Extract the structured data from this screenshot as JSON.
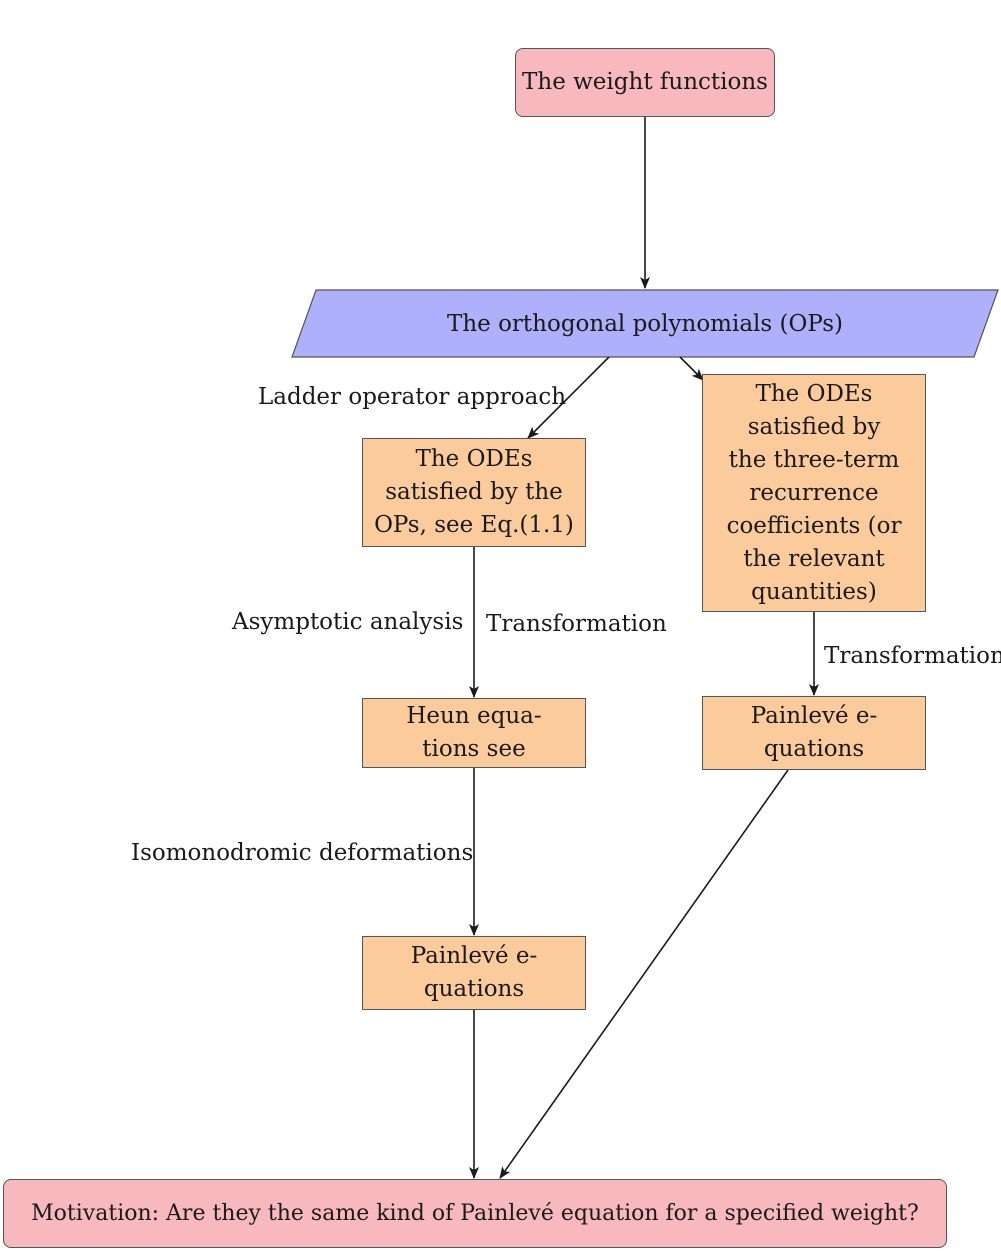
{
  "nodes": {
    "weight": {
      "text": "The weight functions",
      "color": "#f8b9be"
    },
    "ops": {
      "text": "The orthogonal polynomials (OPs)",
      "color": "#afb0fb"
    },
    "odes_ops": {
      "line1": "The ODEs",
      "line2": "satisfied by the",
      "line3": "OPs, see Eq.(1.1)"
    },
    "odes_coeff": {
      "line1": "The ODEs",
      "line2": "satisfied by",
      "line3": "the three-term",
      "line4": "recurrence",
      "line5": "coefficients (or",
      "line6": "the relevant",
      "line7": "quantities)"
    },
    "heun": {
      "line1": "Heun equa-",
      "line2": "tions see"
    },
    "painleve_left": {
      "line1": "Painlevé e-",
      "line2": "quations"
    },
    "painleve_right": {
      "line1": "Painlevé e-",
      "line2": "quations"
    },
    "motivation": {
      "text": "Motivation: Are they the same kind of Painlevé equation for a specified weight?"
    }
  },
  "edge_labels": {
    "ladder": "Ladder operator approach",
    "asymptotic": "Asymptotic analysis",
    "transformation_left": "Transformation",
    "transformation_right": "Transformation",
    "isomonodromic": "Isomonodromic deformations"
  },
  "colors": {
    "pink": "#f8b9be",
    "blue": "#afb0fb",
    "orange": "#fccb9b",
    "line": "#1a1a1a"
  }
}
